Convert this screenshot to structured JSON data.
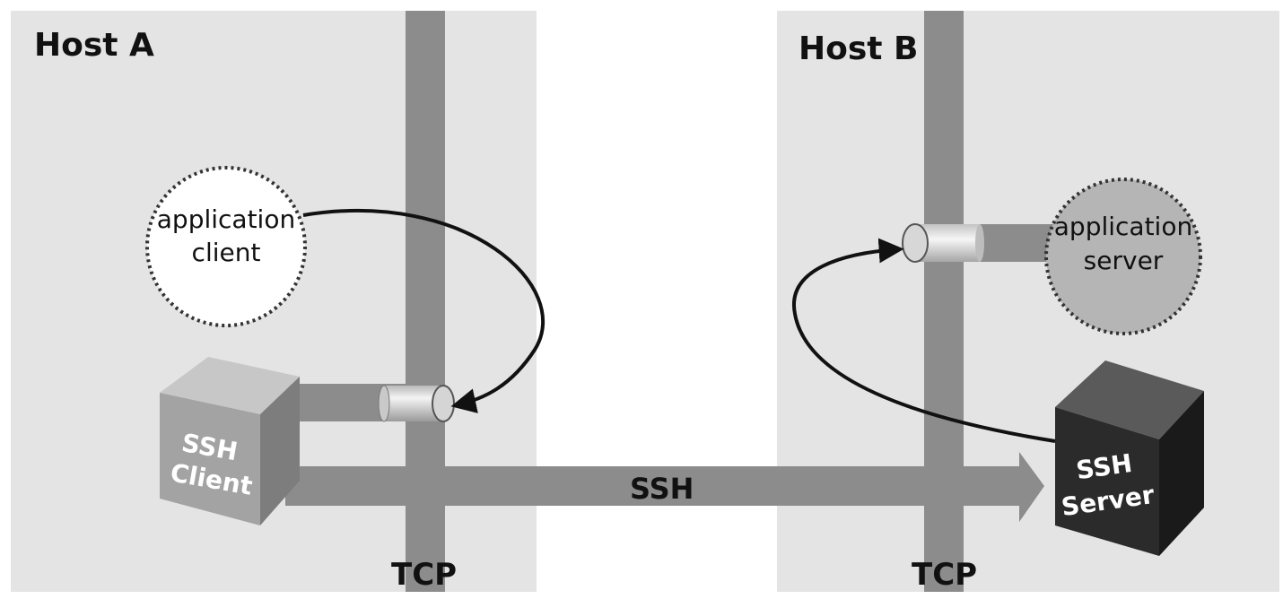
{
  "hosts": {
    "a": {
      "title": "Host A"
    },
    "b": {
      "title": "Host B"
    }
  },
  "tcp": {
    "left_label": "TCP",
    "right_label": "TCP"
  },
  "app_client": {
    "line1": "application",
    "line2": "client"
  },
  "app_server": {
    "line1": "application",
    "line2": "server"
  },
  "ssh_client": {
    "line1": "SSH",
    "line2": "Client"
  },
  "ssh_server": {
    "line1": "SSH",
    "line2": "Server"
  },
  "tunnel": {
    "label": "SSH"
  },
  "colors": {
    "panel": "#e4e4e4",
    "pipe": "#8c8c8c",
    "circle_fill": "#ffffff",
    "server_circle_fill": "#b5b5b5",
    "client_box": "#a3a3a3",
    "server_box": "#2b2b2b"
  }
}
